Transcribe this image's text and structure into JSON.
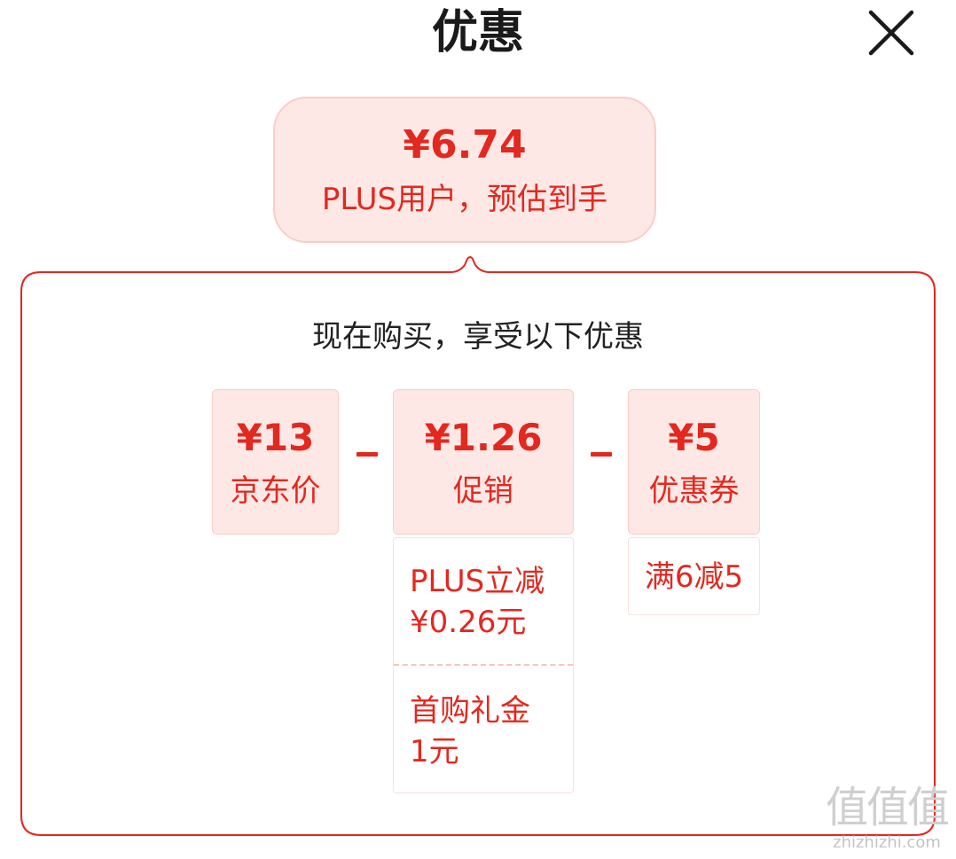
{
  "header": {
    "title": "优惠",
    "close_icon": "close-icon"
  },
  "estimate": {
    "price": "¥6.74",
    "note": "PLUS用户，预估到手"
  },
  "panel": {
    "heading": "现在购买，享受以下优惠"
  },
  "breakdown": [
    {
      "value": "¥13",
      "label": "京东价"
    },
    {
      "value": "¥1.26",
      "label": "促销"
    },
    {
      "value": "¥5",
      "label": "优惠券"
    }
  ],
  "operators": [
    "-",
    "-"
  ],
  "promotion_details": [
    {
      "line1": "PLUS立减",
      "line2": "¥0.26元"
    },
    {
      "line1": "首购礼金",
      "line2": "1元"
    }
  ],
  "coupon_details": [
    {
      "line1": "满6减5"
    }
  ],
  "watermark": {
    "logo": "值值值",
    "url": "zhizhizhi.com"
  },
  "colors": {
    "accent": "#e3281f",
    "card_bg": "#fde8e6",
    "card_border": "#f9cdc8"
  }
}
